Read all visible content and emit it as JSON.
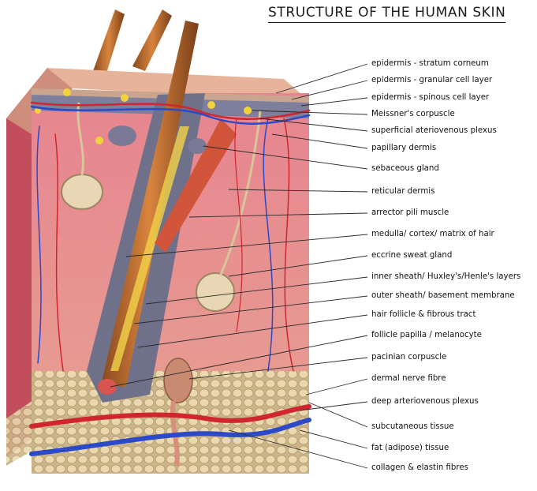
{
  "title": "STRUCTURE OF THE HUMAN SKIN",
  "labels": [
    "epidermis - stratum corneum",
    "epidermis - granular cell layer",
    "epidermis - spinous cell layer",
    "Meissner's corpuscle",
    "superficial ateriovenous plexus",
    "papillary dermis",
    "sebaceous gland",
    "reticular dermis",
    "arrector pili muscle",
    "medulla/ cortex/ matrix of hair",
    "eccrine sweat gland",
    "inner sheath/ Huxley's/Henle's layers",
    "outer sheath/ basement membrane",
    "hair follicle & fibrous tract",
    "follicle papilla / melanocyte",
    "pacinian corpuscle",
    "dermal nerve fibre",
    "deep arteriovenous plexus",
    "subcutaneous tissue",
    "fat (adipose) tissue",
    "collagen & elastin fibres"
  ]
}
